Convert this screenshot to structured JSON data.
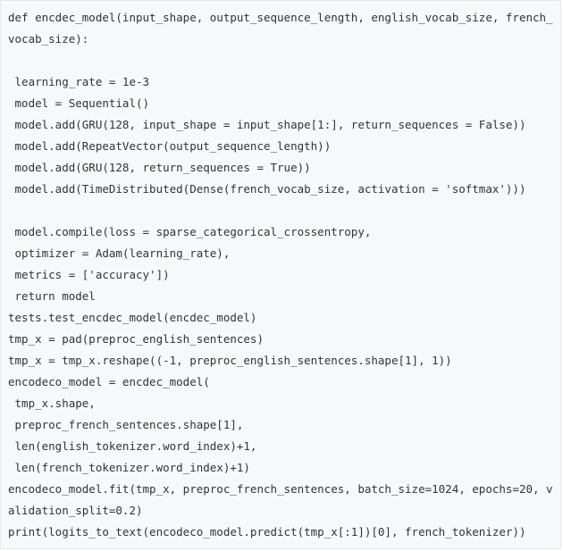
{
  "code": {
    "lines": [
      "def encdec_model(input_shape, output_sequence_length, english_vocab_size, french_",
      "vocab_size):",
      "",
      " learning_rate = 1e-3",
      " model = Sequential()",
      " model.add(GRU(128, input_shape = input_shape[1:], return_sequences = False))",
      " model.add(RepeatVector(output_sequence_length))",
      " model.add(GRU(128, return_sequences = True))",
      " model.add(TimeDistributed(Dense(french_vocab_size, activation = 'softmax')))",
      "",
      " model.compile(loss = sparse_categorical_crossentropy,",
      " optimizer = Adam(learning_rate),",
      " metrics = ['accuracy'])",
      " return model",
      "tests.test_encdec_model(encdec_model)",
      "tmp_x = pad(preproc_english_sentences)",
      "tmp_x = tmp_x.reshape((-1, preproc_english_sentences.shape[1], 1))",
      "encodeco_model = encdec_model(",
      " tmp_x.shape,",
      " preproc_french_sentences.shape[1],",
      " len(english_tokenizer.word_index)+1,",
      " len(french_tokenizer.word_index)+1)",
      "encodeco_model.fit(tmp_x, preproc_french_sentences, batch_size=1024, epochs=20, v",
      "alidation_split=0.2)",
      "print(logits_to_text(encodeco_model.predict(tmp_x[:1])[0], french_tokenizer))"
    ]
  }
}
